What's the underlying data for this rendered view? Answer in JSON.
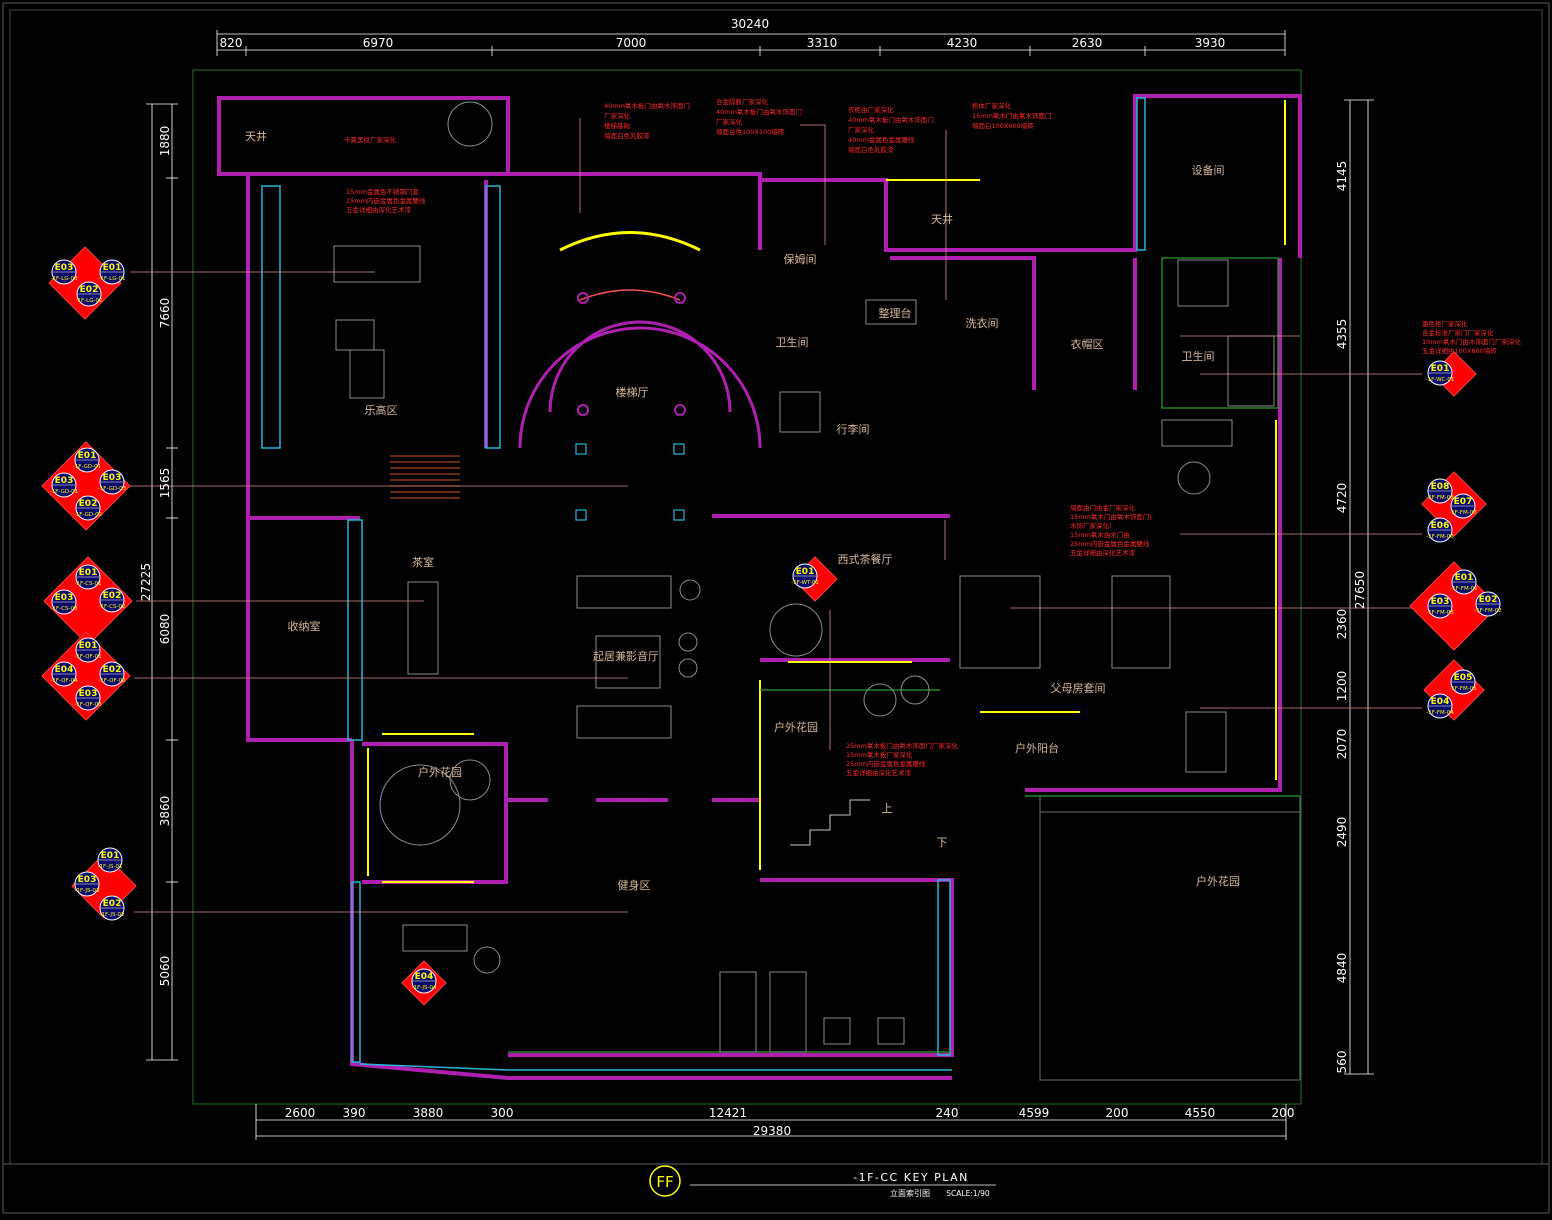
{
  "dimensions": {
    "top_total": "30240",
    "top": [
      "820",
      "6970",
      "7000",
      "3310",
      "4230",
      "2630",
      "3930"
    ],
    "bottom_total": "29380",
    "bottom": [
      "2600",
      "390",
      "3880",
      "300",
      "12421",
      "240",
      "4599",
      "200",
      "4550",
      "200"
    ],
    "left_total": "27225",
    "left": [
      "1880",
      "7660",
      "1565",
      "6080",
      "3860",
      "5060"
    ],
    "right_total": "27650",
    "right": [
      "4145",
      "4355",
      "4720",
      "2360",
      "1200",
      "2070",
      "2490",
      "4840",
      "560"
    ]
  },
  "rooms": {
    "skylight_1": "天井",
    "skylight_2": "天井",
    "music_area": "乐高区",
    "stair_hall": "楼梯厅",
    "equipment_room": "设备间",
    "nanny_room": "保姆间",
    "prep_table": "整理台",
    "laundry": "洗衣间",
    "cloakroom": "衣帽区",
    "wc_1": "卫生间",
    "wc_2": "卫生间",
    "luggage": "行李间",
    "tea_room": "茶室",
    "storage": "收纳室",
    "living_theatre": "起居兼影音厅",
    "western_tea": "西式茶餐厅",
    "parents_suite": "父母房套间",
    "garden_1": "户外花园",
    "garden_2": "户外花园",
    "garden_3": "户外花园",
    "terrace": "户外阳台",
    "gym": "健身区",
    "up": "上",
    "down": "下"
  },
  "notes": {
    "skylight_note": "卡夏黑纹厂家深化",
    "music_note": [
      "15mm金属色不锈钢门套",
      "25mm内嵌金属色金属腰线",
      "五金详细由深化艺术漆"
    ],
    "stair_note": [
      "40mm氧木板门由氧木饰面门",
      "厂家深化",
      "楼梯基础",
      "墙面白色乳胶漆"
    ],
    "nanny_note": [
      "合金隔断厂家深化",
      "40mm氧木板门由氧木饰面门",
      "厂家深化",
      "墙面台色100X100墙砖"
    ],
    "laundry_note": [
      "衣柜由厂家深化",
      "40mm氧木板门由氧木饰面门",
      "厂家深化",
      "40mm金属色金属腰线",
      "墙面白色乳胶漆"
    ],
    "equip_note": [
      "柜体厂家深化",
      "15mm氧木门由氧木饰面门",
      "墙面白100X600墙砖"
    ],
    "right_wc_note": [
      "墨色柜厂家深化",
      "合金标准厂家门厂家深化",
      "10mm氧木门由木饰面门厂家深化",
      "五金详细由100X600墙砖"
    ],
    "suite_note": [
      "墙面由门由金厂家深化",
      "15mm氧木门由氧木饰面门(",
      "木饰厂家深化)",
      "15mm氧木由木门由",
      "25mm内嵌金属色金属腰线",
      "五金详细由深化艺术漆"
    ],
    "garden_note": [
      "25mm氧木板门由氧木饰面门厂家深化",
      "15mm氧木板厂家深化",
      "25mm内嵌金属色金属腰线",
      "五金详细由深化艺术漆"
    ]
  },
  "tags": [
    {
      "code": "E03",
      "ref": "-1F-LG-03"
    },
    {
      "code": "E01",
      "ref": "-1F-LG-01"
    },
    {
      "code": "E02",
      "ref": "-1F-LG-02"
    },
    {
      "code": "E01",
      "ref": "-1F-WC-01"
    },
    {
      "code": "E01",
      "ref": "-1F-GD-01"
    },
    {
      "code": "E03",
      "ref": "-1F-GD-01"
    },
    {
      "code": "E03",
      "ref": "-1F-GD-03"
    },
    {
      "code": "E02",
      "ref": "-1F-GD-02"
    },
    {
      "code": "E08",
      "ref": "-1F-FM-08"
    },
    {
      "code": "E07",
      "ref": "-1F-FM-07"
    },
    {
      "code": "E06",
      "ref": "-1F-FM-06"
    },
    {
      "code": "E01",
      "ref": "-1F-CS-01"
    },
    {
      "code": "E03",
      "ref": "-1F-CS-03"
    },
    {
      "code": "E02",
      "ref": "-1F-CS-02"
    },
    {
      "code": "E01",
      "ref": "-1F-WT-01"
    },
    {
      "code": "E01",
      "ref": "-1F-FM-01"
    },
    {
      "code": "E03",
      "ref": "-1F-FM-03"
    },
    {
      "code": "E02",
      "ref": "-1F-FM-02"
    },
    {
      "code": "E01",
      "ref": "-1F-QF-01"
    },
    {
      "code": "E04",
      "ref": "-1F-QF-04"
    },
    {
      "code": "E02",
      "ref": "-1F-QF-02"
    },
    {
      "code": "E03",
      "ref": "-1F-QF-03"
    },
    {
      "code": "E05",
      "ref": "-1F-FM-05"
    },
    {
      "code": "E04",
      "ref": "-1F-FM-04"
    },
    {
      "code": "E01",
      "ref": "-1F-JS-01"
    },
    {
      "code": "E03",
      "ref": "-1F-JS-03"
    },
    {
      "code": "E02",
      "ref": "-1F-JS-02"
    },
    {
      "code": "E04",
      "ref": "-1F-JS-04"
    }
  ],
  "title_block": {
    "badge": "FF",
    "title": "-1F-CC KEY PLAN",
    "subtitle_cn": "立面索引图",
    "scale": "SCALE:1/90"
  },
  "colors": {
    "background": "#000000",
    "wall": "#b020b0",
    "window": "#ffff00",
    "dimension": "#ffffff",
    "grid": "#1e7a1e",
    "note": "#ff2a2a",
    "cyan": "#27b6d8",
    "tag": "#ff0000"
  }
}
